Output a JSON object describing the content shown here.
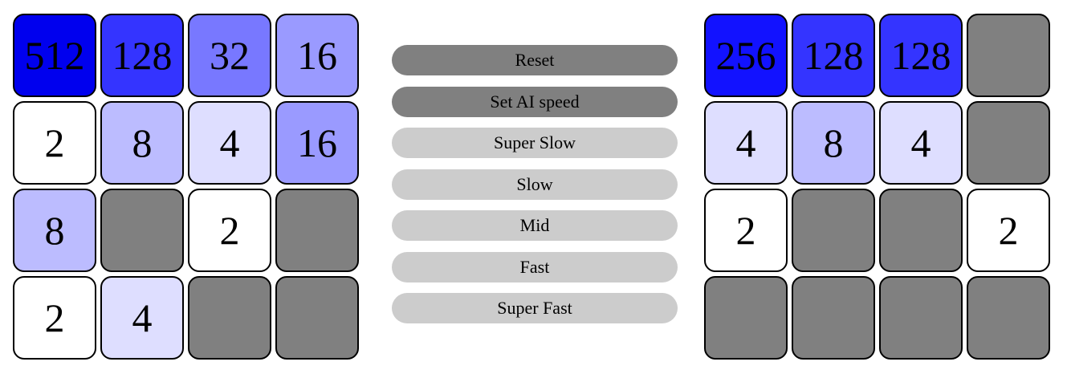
{
  "colors": {
    "empty": "#808080",
    "v2": "#ffffff",
    "v4": "#dedeff",
    "v8": "#bcbcff",
    "v16": "#9a9aff",
    "v32": "#7878ff",
    "v128": "#3434ff",
    "v256": "#1212ff",
    "v512": "#0000ee",
    "button_dark": "#808080",
    "button_light": "#cccccc"
  },
  "boards": [
    {
      "id": "left",
      "grid": [
        [
          "512",
          "128",
          "32",
          "16"
        ],
        [
          "2",
          "8",
          "4",
          "16"
        ],
        [
          "8",
          "",
          "2",
          ""
        ],
        [
          "2",
          "4",
          "",
          ""
        ]
      ]
    },
    {
      "id": "right",
      "grid": [
        [
          "256",
          "128",
          "128",
          ""
        ],
        [
          "4",
          "8",
          "4",
          ""
        ],
        [
          "2",
          "",
          "",
          "2"
        ],
        [
          "",
          "",
          "",
          ""
        ]
      ]
    }
  ],
  "controls": {
    "buttons": [
      {
        "name": "reset-button",
        "label": "Reset",
        "style": "dark"
      },
      {
        "name": "set-ai-speed-button",
        "label": "Set AI speed",
        "style": "dark"
      },
      {
        "name": "speed-super-slow-button",
        "label": "Super Slow",
        "style": "light"
      },
      {
        "name": "speed-slow-button",
        "label": "Slow",
        "style": "light"
      },
      {
        "name": "speed-mid-button",
        "label": "Mid",
        "style": "light"
      },
      {
        "name": "speed-fast-button",
        "label": "Fast",
        "style": "light"
      },
      {
        "name": "speed-super-fast-button",
        "label": "Super Fast",
        "style": "light"
      }
    ]
  }
}
